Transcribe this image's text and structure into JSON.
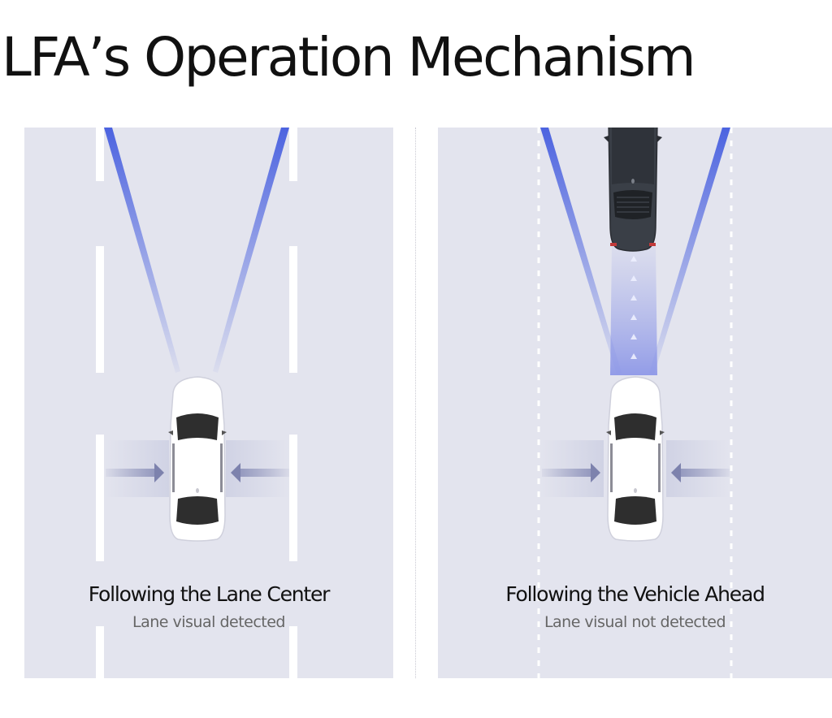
{
  "title": "LFA’s Operation Mechanism",
  "panels": [
    {
      "heading": "Following the Lane Center",
      "subheading": "Lane visual detected",
      "lane_lines": "solid",
      "vehicle_ahead": false
    },
    {
      "heading": "Following the Vehicle Ahead",
      "subheading": "Lane visual not detected",
      "lane_lines": "dashed",
      "vehicle_ahead": true
    }
  ],
  "colors": {
    "road": "#e3e4ee",
    "beam": "#5b6fe0",
    "arrow": "#8a8fb8",
    "lane_line": "#ffffff",
    "car_white": "#ffffff",
    "car_glass": "#2e2e2e",
    "car_dark": "#3a3f47"
  }
}
